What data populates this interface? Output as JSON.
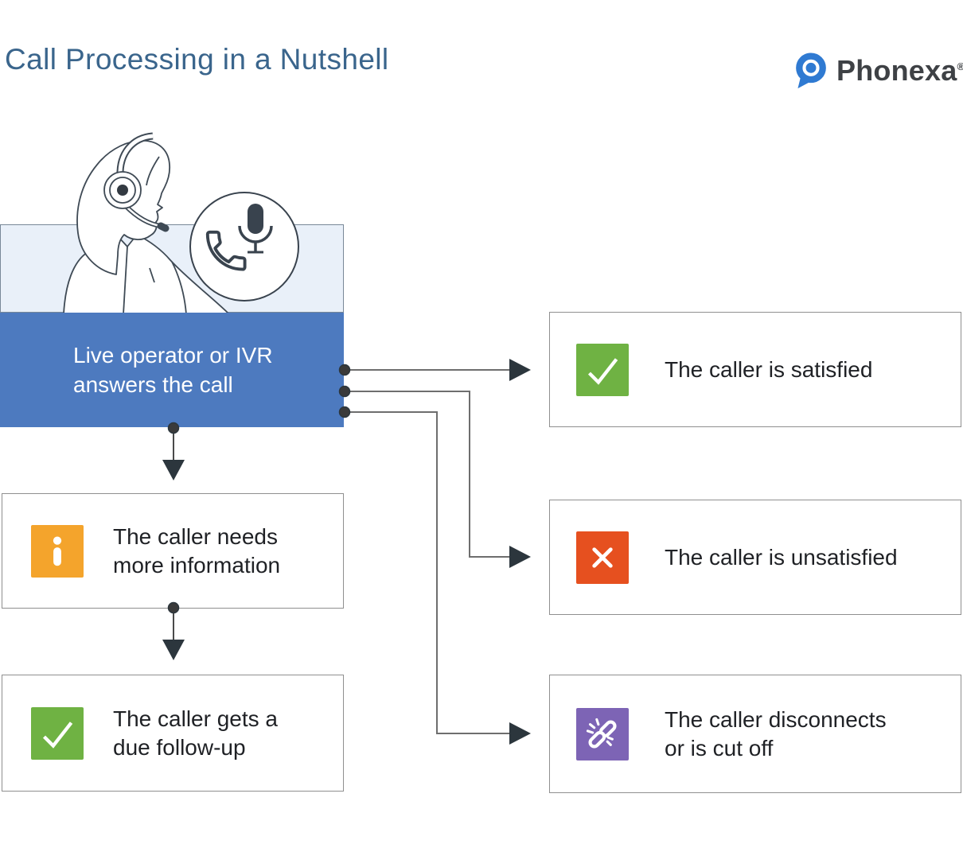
{
  "title": "Call Processing in a Nutshell",
  "brand": {
    "name": "Phonexa",
    "registered_mark": "®",
    "icon": "phonexa-pin-icon",
    "accent_color": "#2f7ad2",
    "wordmark_color": "#3e4145"
  },
  "colors": {
    "title": "#3a658c",
    "primary_node_bg": "#4d7abf",
    "panel_bg": "#e9f0f9",
    "success": "#6fb243",
    "danger": "#e6501f",
    "info": "#f4a42c",
    "disconnect": "#7d64b5",
    "connector_line": "#6e6e6e",
    "arrowhead": "#2c363d"
  },
  "illustration": {
    "description": "call-center operator wearing a headset",
    "badge_icon": "phone-with-mic-icon"
  },
  "primary_node": {
    "lines": [
      "Live operator or IVR",
      "answers the call"
    ]
  },
  "down_flow": [
    {
      "icon": "info-icon",
      "icon_bg": "#f4a42c",
      "lines": [
        "The caller needs",
        "more information"
      ]
    },
    {
      "icon": "check-icon",
      "icon_bg": "#6fb243",
      "lines": [
        "The caller gets a",
        "due follow-up"
      ]
    }
  ],
  "right_flow": [
    {
      "icon": "check-icon",
      "icon_bg": "#6fb243",
      "lines": [
        "The caller is satisfied"
      ]
    },
    {
      "icon": "x-icon",
      "icon_bg": "#e6501f",
      "lines": [
        "The caller is unsatisfied"
      ]
    },
    {
      "icon": "broken-link-icon",
      "icon_bg": "#7d64b5",
      "lines": [
        "The caller disconnects",
        "or is cut off"
      ]
    }
  ]
}
